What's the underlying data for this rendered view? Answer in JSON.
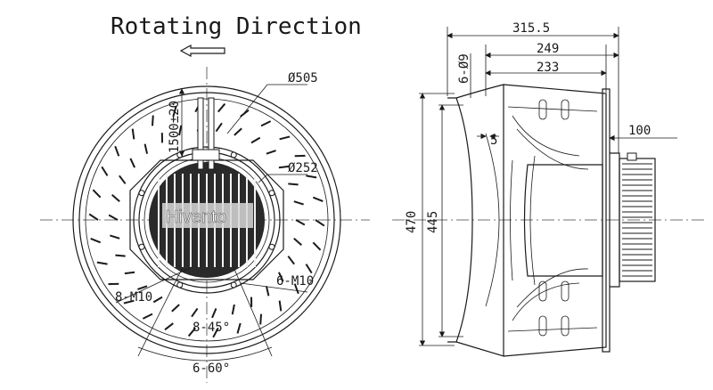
{
  "title": "Rotating Direction",
  "front_view": {
    "outer_diameter": "Ø505",
    "inner_diameter": "Ø252",
    "cable_length": "1500±20",
    "bolt_holes_a": "8-M10",
    "bolt_holes_b": "6-M10",
    "angle_a": "8-45°",
    "angle_b": "6-60°",
    "logo_text": "Hivento"
  },
  "side_view": {
    "overall_depth": "315.5",
    "depth_249": "249",
    "depth_233": "233",
    "plate_thickness": "6-Ø9",
    "gap": "5",
    "offset": "100",
    "height_outer": "470",
    "height_inner": "445"
  }
}
